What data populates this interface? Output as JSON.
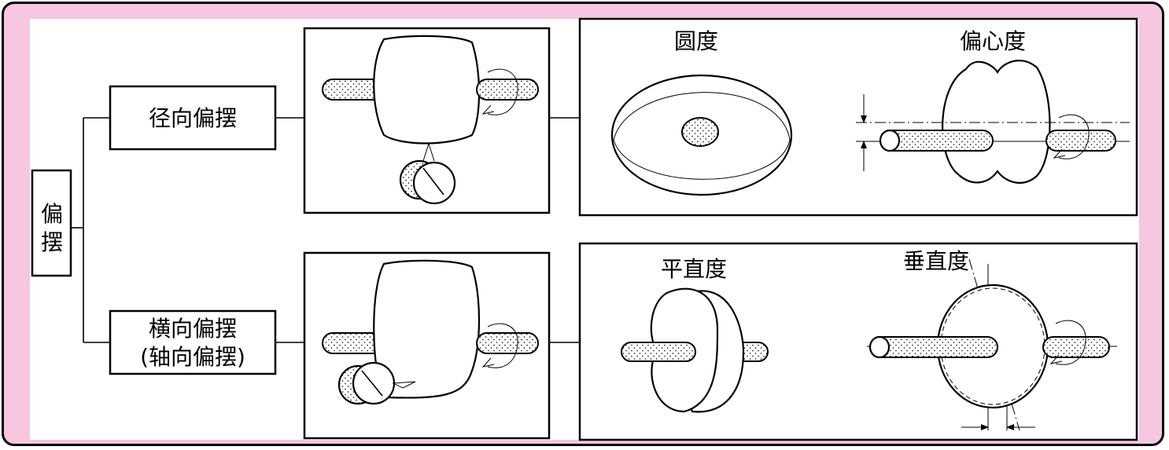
{
  "root_label": "偏摆",
  "radial": {
    "label": "径向偏摆",
    "sub_a": "圆度",
    "sub_b": "偏心度"
  },
  "axial": {
    "label_line1": "横向偏摆",
    "label_line2": "(轴向偏摆)",
    "sub_a": "平直度",
    "sub_b": "垂直度"
  },
  "colors": {
    "frame": "#f7c6e0",
    "line": "#000000",
    "shaft_dots": "#000000"
  }
}
